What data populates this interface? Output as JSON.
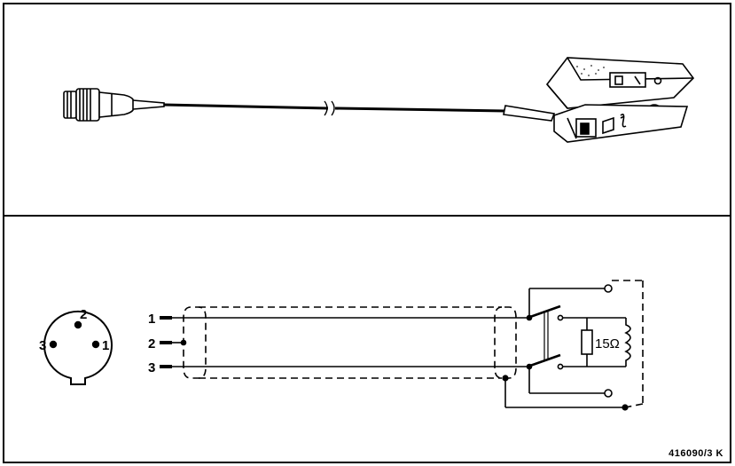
{
  "connector_face": {
    "pin_labels": [
      "2",
      "3",
      "1"
    ]
  },
  "schematic": {
    "wire_labels": [
      "1",
      "2",
      "3"
    ],
    "resistor_label": "15Ω"
  },
  "reference_code": "416090/3  K"
}
